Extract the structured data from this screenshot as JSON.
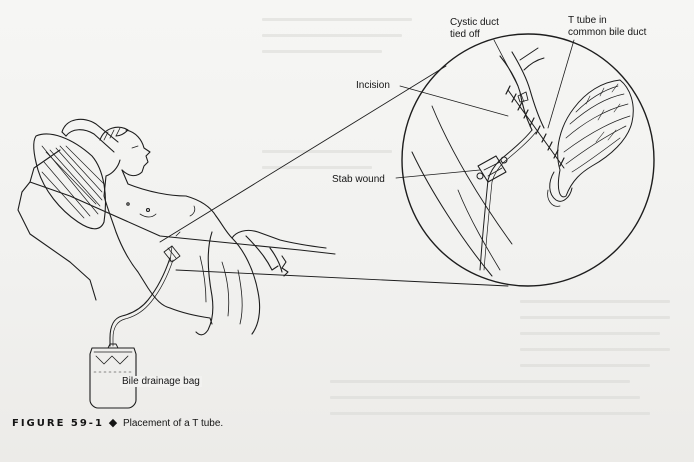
{
  "figure": {
    "number": "FIGURE 59-1",
    "separator": "◆",
    "title": "Placement of a T tube."
  },
  "labels": {
    "cystic_duct_line1": "Cystic duct",
    "cystic_duct_line2": "tied off",
    "t_tube_line1": "T tube in",
    "t_tube_line2": "common bile duct",
    "incision": "Incision",
    "stab_wound": "Stab wound",
    "bile_bag": "Bile drainage bag"
  }
}
